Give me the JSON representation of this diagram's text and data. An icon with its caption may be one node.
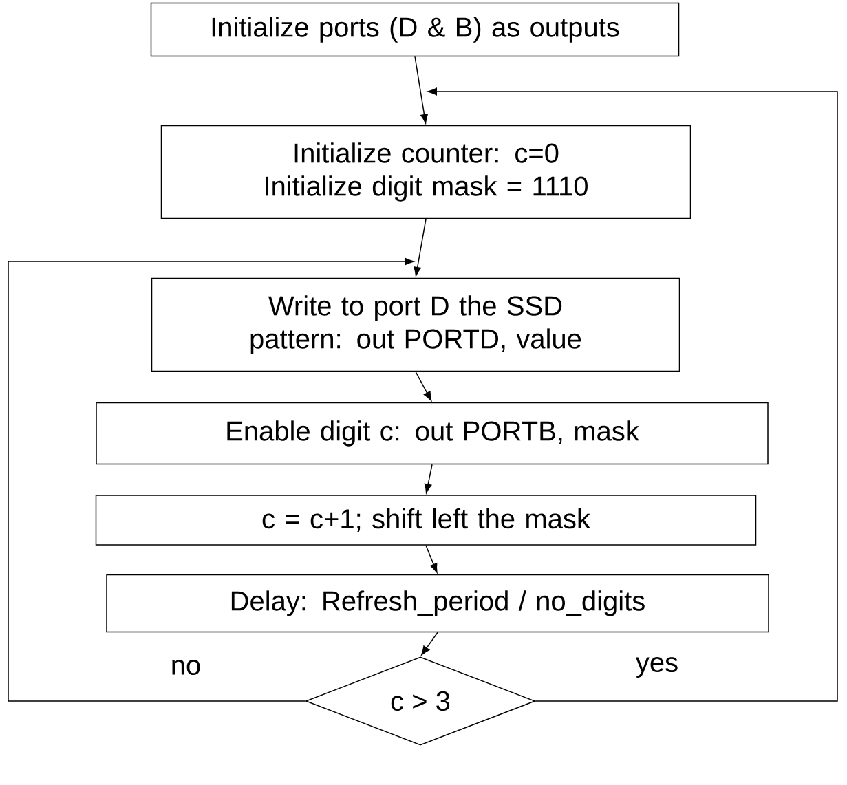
{
  "diagram": {
    "nodes": [
      {
        "text": [
          "Initialize ports (D & B) as outputs"
        ]
      },
      {
        "text": [
          "Initialize counter: c=0 Initialize digit mask = 1110"
        ]
      },
      {
        "text": [
          "Write to port D the SSD pattern: out PORTD, value"
        ]
      },
      {
        "text": [
          "Enable digit c: out PORTB, mask"
        ]
      },
      {
        "text": [
          "c = c+1; shift left the mask"
        ]
      },
      {
        "text": [
          "Delay: Refresh_period / no_digits"
        ]
      },
      {
        "text": [
          "c > 3"
        ]
      }
    ],
    "edges": [
      {
        "from": 0,
        "to": 1,
        "arrow": "to"
      },
      {
        "from": 1,
        "to": 2,
        "arrow": "to"
      },
      {
        "from": 2,
        "to": 3,
        "arrow": "to"
      },
      {
        "from": 3,
        "to": 4,
        "arrow": "to"
      },
      {
        "from": 4,
        "to": 5,
        "arrow": "to"
      },
      {
        "from": 5,
        "to": 6,
        "arrow": "to"
      },
      {
        "from": 6,
        "to": 2,
        "arrow": "to",
        "label": "no"
      },
      {
        "from": 6,
        "to": 1,
        "arrow": "to",
        "label": "yes"
      }
    ]
  }
}
